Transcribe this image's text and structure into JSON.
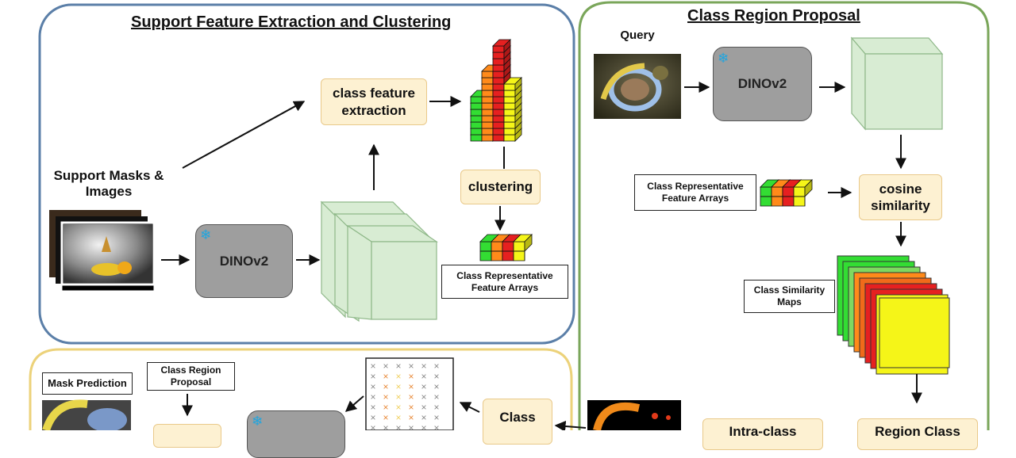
{
  "panels": {
    "support_title": "Support Feature Extraction and Clustering",
    "proposal_title": "Class Region Proposal"
  },
  "support": {
    "images_label": "Support Masks & Images",
    "dinov2": "DINOv2",
    "class_feature_extraction": "class feature extraction",
    "clustering": "clustering",
    "rep_arrays": "Class Representative Feature Arrays"
  },
  "proposal": {
    "query_label": "Query",
    "dinov2": "DINOv2",
    "rep_arrays": "Class Representative Feature Arrays",
    "cosine_similarity": "cosine similarity",
    "similarity_maps": "Class Similarity Maps",
    "intra_class": "Intra-class",
    "region_class": "Region Class"
  },
  "bottom": {
    "mask_prediction": "Mask Prediction",
    "region_proposal": "Class Region Proposal",
    "class_box": "Class"
  },
  "colors": {
    "support_border": "#5b7fa8",
    "proposal_border": "#7aa65a",
    "bottom_border": "#ecd27a",
    "feature_green": "#33dd33",
    "feature_orange": "#ff8a1a",
    "feature_red": "#e62020",
    "feature_yellow": "#f5f518",
    "cube_fill": "#d8ecd3",
    "cube_stroke": "#8fb889"
  },
  "icons": {
    "frozen": "snowflake-icon"
  }
}
